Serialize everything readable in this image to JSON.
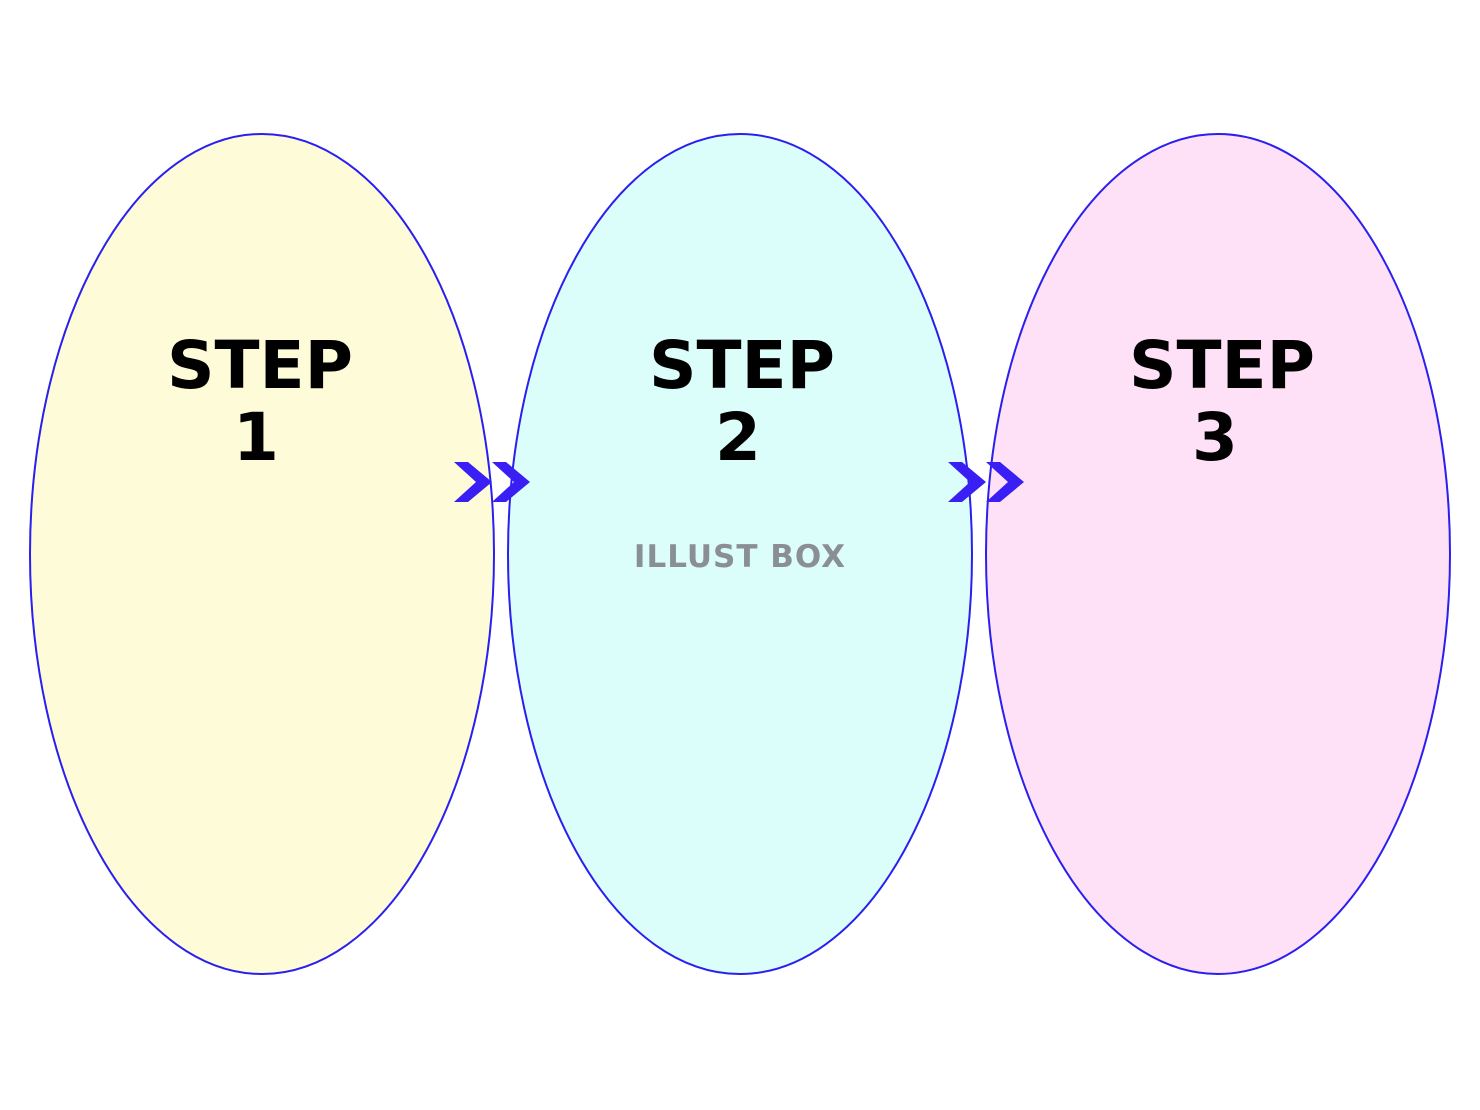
{
  "colors": {
    "outline": "#2a1ff0",
    "arrow": "#3a1ff5",
    "text": "#000000",
    "watermark": "#8a8f93"
  },
  "steps": [
    {
      "line1": "STEP",
      "line2": "1",
      "fill": "#fefbd8"
    },
    {
      "line1": "STEP",
      "line2": "2",
      "fill": "#dcfefb"
    },
    {
      "line1": "STEP",
      "line2": "3",
      "fill": "#fee1f6"
    }
  ],
  "connectors": [
    {
      "icon": "double-chevron-right-icon"
    },
    {
      "icon": "double-chevron-right-icon"
    }
  ],
  "watermark": "ILLUST BOX"
}
